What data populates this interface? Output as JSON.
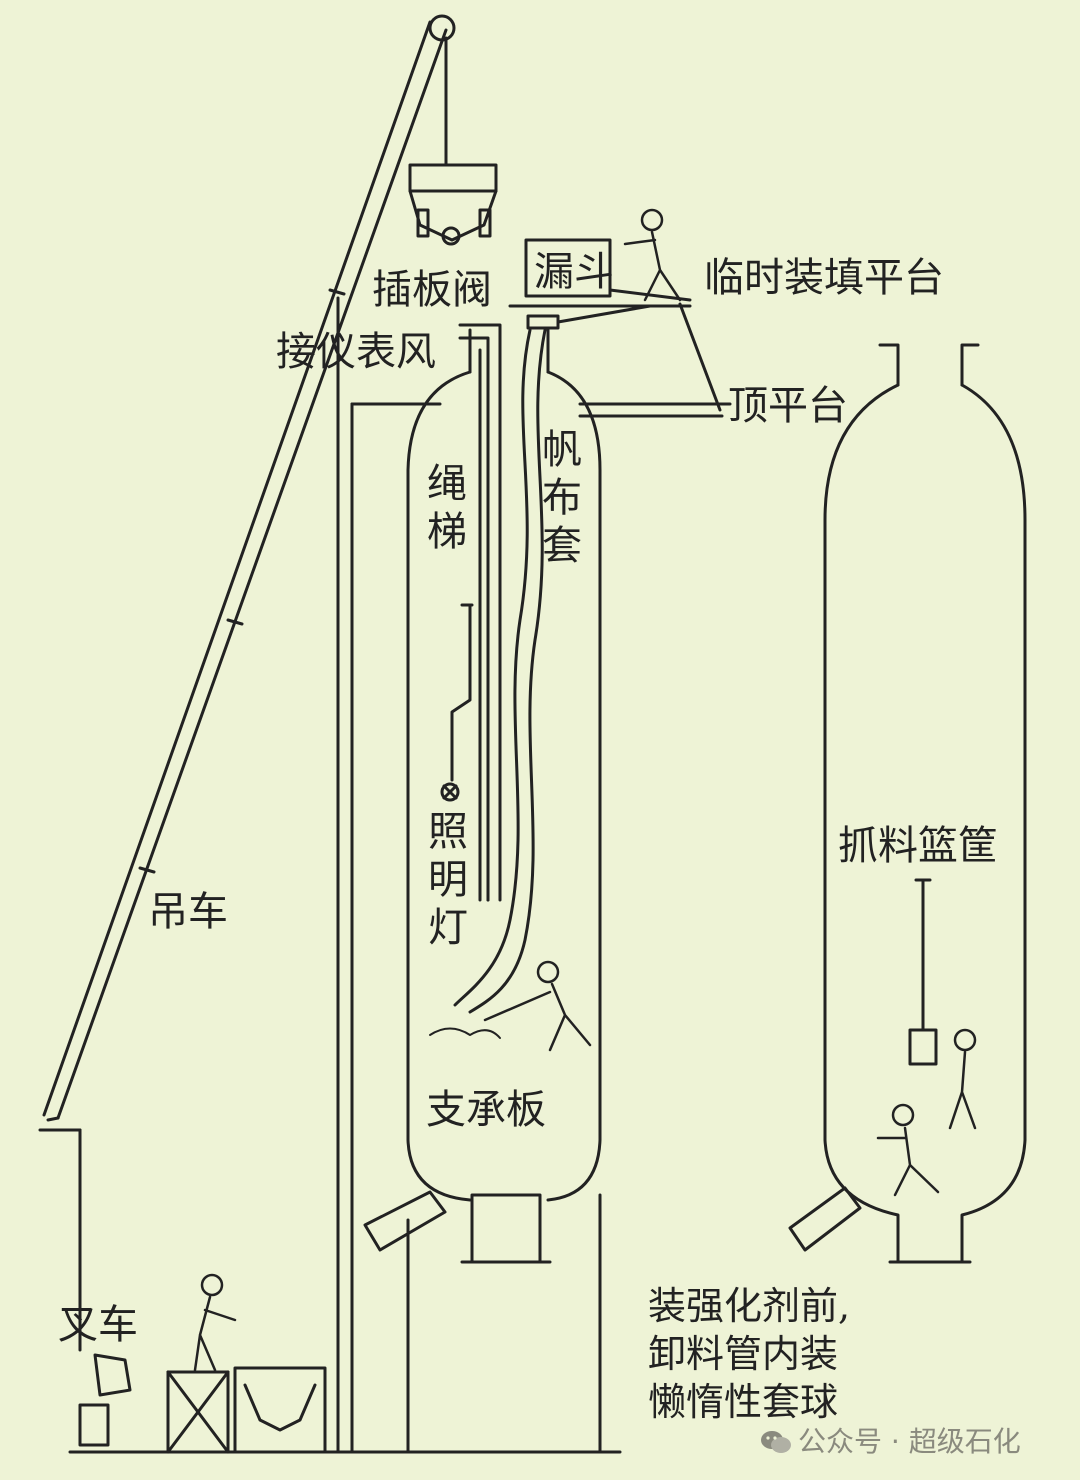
{
  "labels": {
    "gate_valve": "插板阀",
    "funnel": "漏斗",
    "temp_platform": "临时装填平台",
    "instrument_air": "接仪表风",
    "top_platform": "顶平台",
    "rope_ladder": "绳梯",
    "canvas_sleeve": "帆布套",
    "lighting_lamp": "照明灯",
    "crane": "吊车",
    "support_plate": "支承板",
    "forklift": "叉车",
    "basket": "抓料篮筐",
    "note_lines": [
      "装强化剂前,",
      "卸料管内装",
      "懒惰性套球"
    ]
  },
  "watermark": {
    "icon": "wechat-icon",
    "text": "公众号 · 超级石化"
  },
  "colors": {
    "background": "#eef3d6",
    "ink": "#222222",
    "watermark": "#8a8a7e"
  }
}
